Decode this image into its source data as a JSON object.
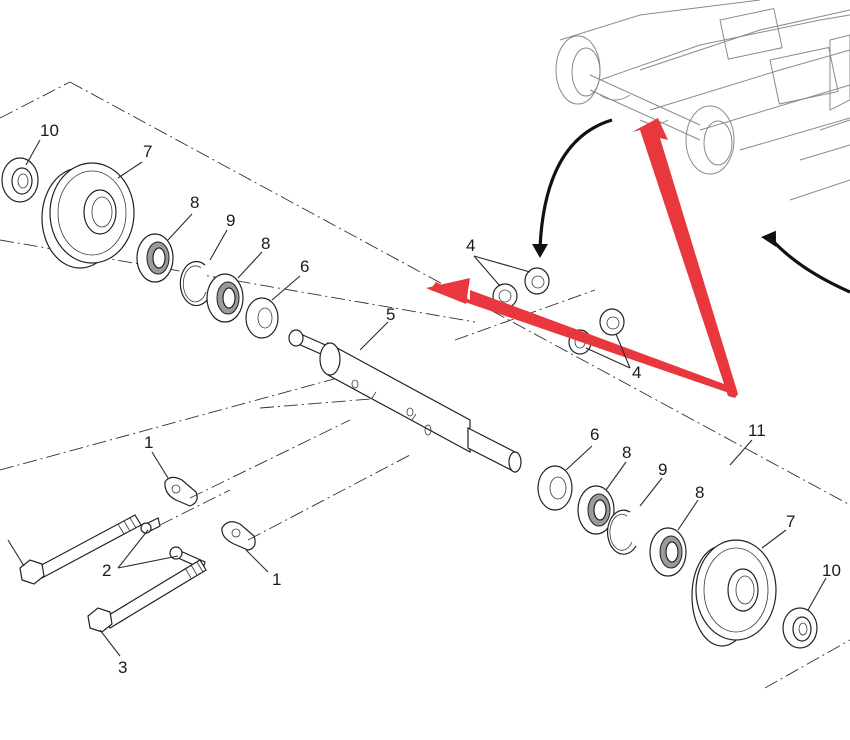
{
  "callouts": [
    {
      "id": "c1a",
      "text": "1"
    },
    {
      "id": "c1b",
      "text": "1"
    },
    {
      "id": "c2",
      "text": "2"
    },
    {
      "id": "c3",
      "text": "3"
    },
    {
      "id": "c4a",
      "text": "4"
    },
    {
      "id": "c4b",
      "text": "4"
    },
    {
      "id": "c5",
      "text": "5"
    },
    {
      "id": "c6a",
      "text": "6"
    },
    {
      "id": "c6b",
      "text": "6"
    },
    {
      "id": "c7a",
      "text": "7"
    },
    {
      "id": "c7b",
      "text": "7"
    },
    {
      "id": "c8a",
      "text": "8"
    },
    {
      "id": "c8b",
      "text": "8"
    },
    {
      "id": "c8c",
      "text": "8"
    },
    {
      "id": "c8d",
      "text": "8"
    },
    {
      "id": "c9a",
      "text": "9"
    },
    {
      "id": "c9b",
      "text": "9"
    },
    {
      "id": "c10a",
      "text": "10"
    },
    {
      "id": "c10b",
      "text": "10"
    },
    {
      "id": "c11",
      "text": "11"
    }
  ],
  "colors": {
    "arrow_red": "#e8383d",
    "line": "#2a2a2a",
    "inset_grey": "#8a8a8a"
  }
}
